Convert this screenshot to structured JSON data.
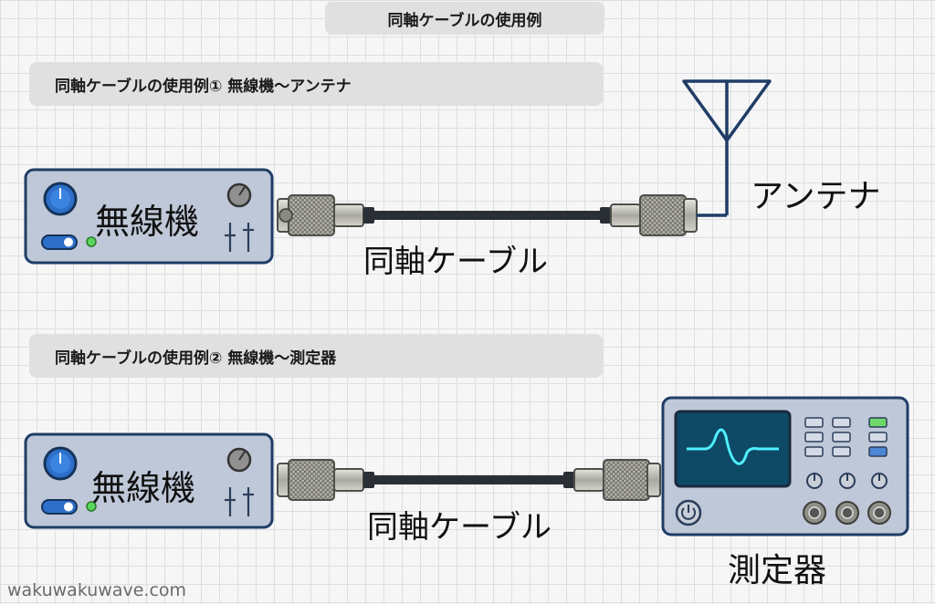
{
  "title": "同軸ケーブルの使用例",
  "sections": [
    {
      "heading": "同軸ケーブルの使用例① 無線機～アンテナ",
      "left_device": "無線機",
      "cable": "同軸ケーブル",
      "right_device": "アンテナ"
    },
    {
      "heading": "同軸ケーブルの使用例② 無線機～測定器",
      "left_device": "無線機",
      "cable": "同軸ケーブル",
      "right_device": "測定器"
    }
  ],
  "watermark": "wakuwakuwave.com",
  "colors": {
    "device_body": "#bfc8d8",
    "device_border": "#1f3d66",
    "knob": "#2d6fc9",
    "led_green": "#59d65c",
    "cable": "#2a2f36",
    "connector": "#c2c2ba",
    "antenna": "#1f3d66",
    "screen": "#0e4a66",
    "trace": "#4ff0ff",
    "meter_button_green": "#6fd86a",
    "meter_button_blue": "#4d86d6"
  },
  "icons": [
    "dial-knob-icon",
    "toggle-switch-icon",
    "status-led-icon",
    "slider-control-icon",
    "power-icon",
    "waveform-icon",
    "antenna-icon",
    "coax-connector-icon"
  ]
}
